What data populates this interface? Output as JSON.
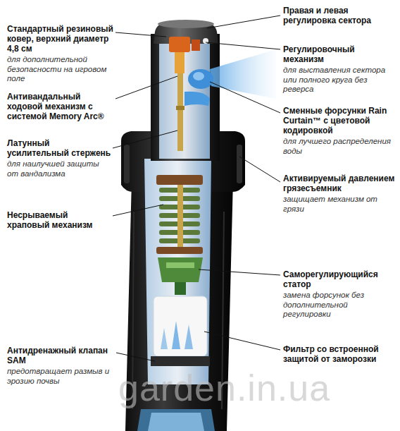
{
  "diagram": {
    "labels": [
      "Стандартный резиновый ковер, верхний диаметр 4,8 см",
      "для дополнительной безопасности на игровом поле",
      "Антивандальный ходовой механизм с системой Memory Arc®",
      "Латунный усилительный стержень",
      "для наилучшей защиты от вандализма",
      "Несрываемый храповый механизм",
      "Антидренажный клапан SAM",
      "предотвращает размыв и эрозию почвы",
      "Правая и левая регулировка сектора",
      "Регулировочный механизм",
      "для выставления сектора или полного круга без реверса",
      "Сменные форсунки Rain Curtain™ с цветовой кодировкой",
      "для лучшего распределения воды",
      "Активируемый давлением грязесъемник",
      "защищает механизм от грязи",
      "Саморегулирующийся статор",
      "замена форсунок без дополнительной регулировки",
      "Фильтр со встроенной защитой от заморозки",
      "garden.in.ua"
    ]
  }
}
